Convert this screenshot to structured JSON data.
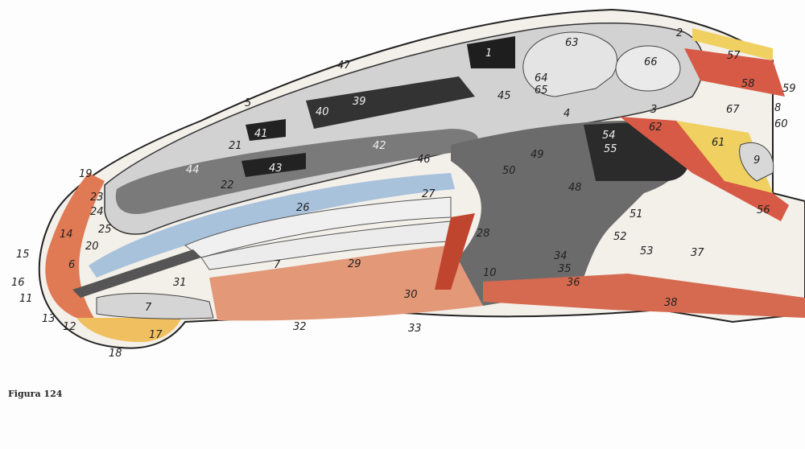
{
  "caption": "Figura 124",
  "labels": [
    "1",
    "2",
    "3",
    "4",
    "5",
    "6",
    "7",
    "7",
    "8",
    "9",
    "10",
    "11",
    "12",
    "13",
    "14",
    "15",
    "16",
    "17",
    "18",
    "19",
    "20",
    "21",
    "22",
    "23",
    "24",
    "25",
    "26",
    "27",
    "28",
    "29",
    "30",
    "31",
    "32",
    "33",
    "34",
    "35",
    "36",
    "37",
    "38",
    "39",
    "40",
    "41",
    "42",
    "43",
    "44",
    "45",
    "46",
    "47",
    "48",
    "49",
    "50",
    "51",
    "52",
    "53",
    "54",
    "55",
    "56",
    "57",
    "58",
    "59",
    "60",
    "61",
    "62",
    "63",
    "64",
    "65",
    "66",
    "67"
  ],
  "colors": {
    "bone": "#d8d8d8",
    "dark": "#3a3a3a",
    "muscle": "#d9604a",
    "fat": "#f2d060",
    "mucosa": "#9fb8d0",
    "outline": "#222222"
  }
}
